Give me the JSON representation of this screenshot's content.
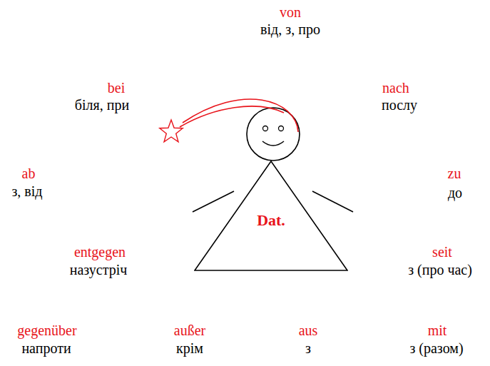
{
  "diagram": {
    "nodes": [
      {
        "text": [
          "Dat."
        ]
      }
    ],
    "labels": [
      "von",
      "від, з, про",
      "bei",
      "біля, при",
      "nach",
      "послу",
      "ab",
      "з, від",
      "zu",
      "до",
      "entgegen",
      "назустріч",
      "seit",
      "з (про час)",
      "gegenüber",
      "напроти",
      "außer",
      "крім",
      "aus",
      "з",
      "mit",
      "з (разом)"
    ]
  }
}
